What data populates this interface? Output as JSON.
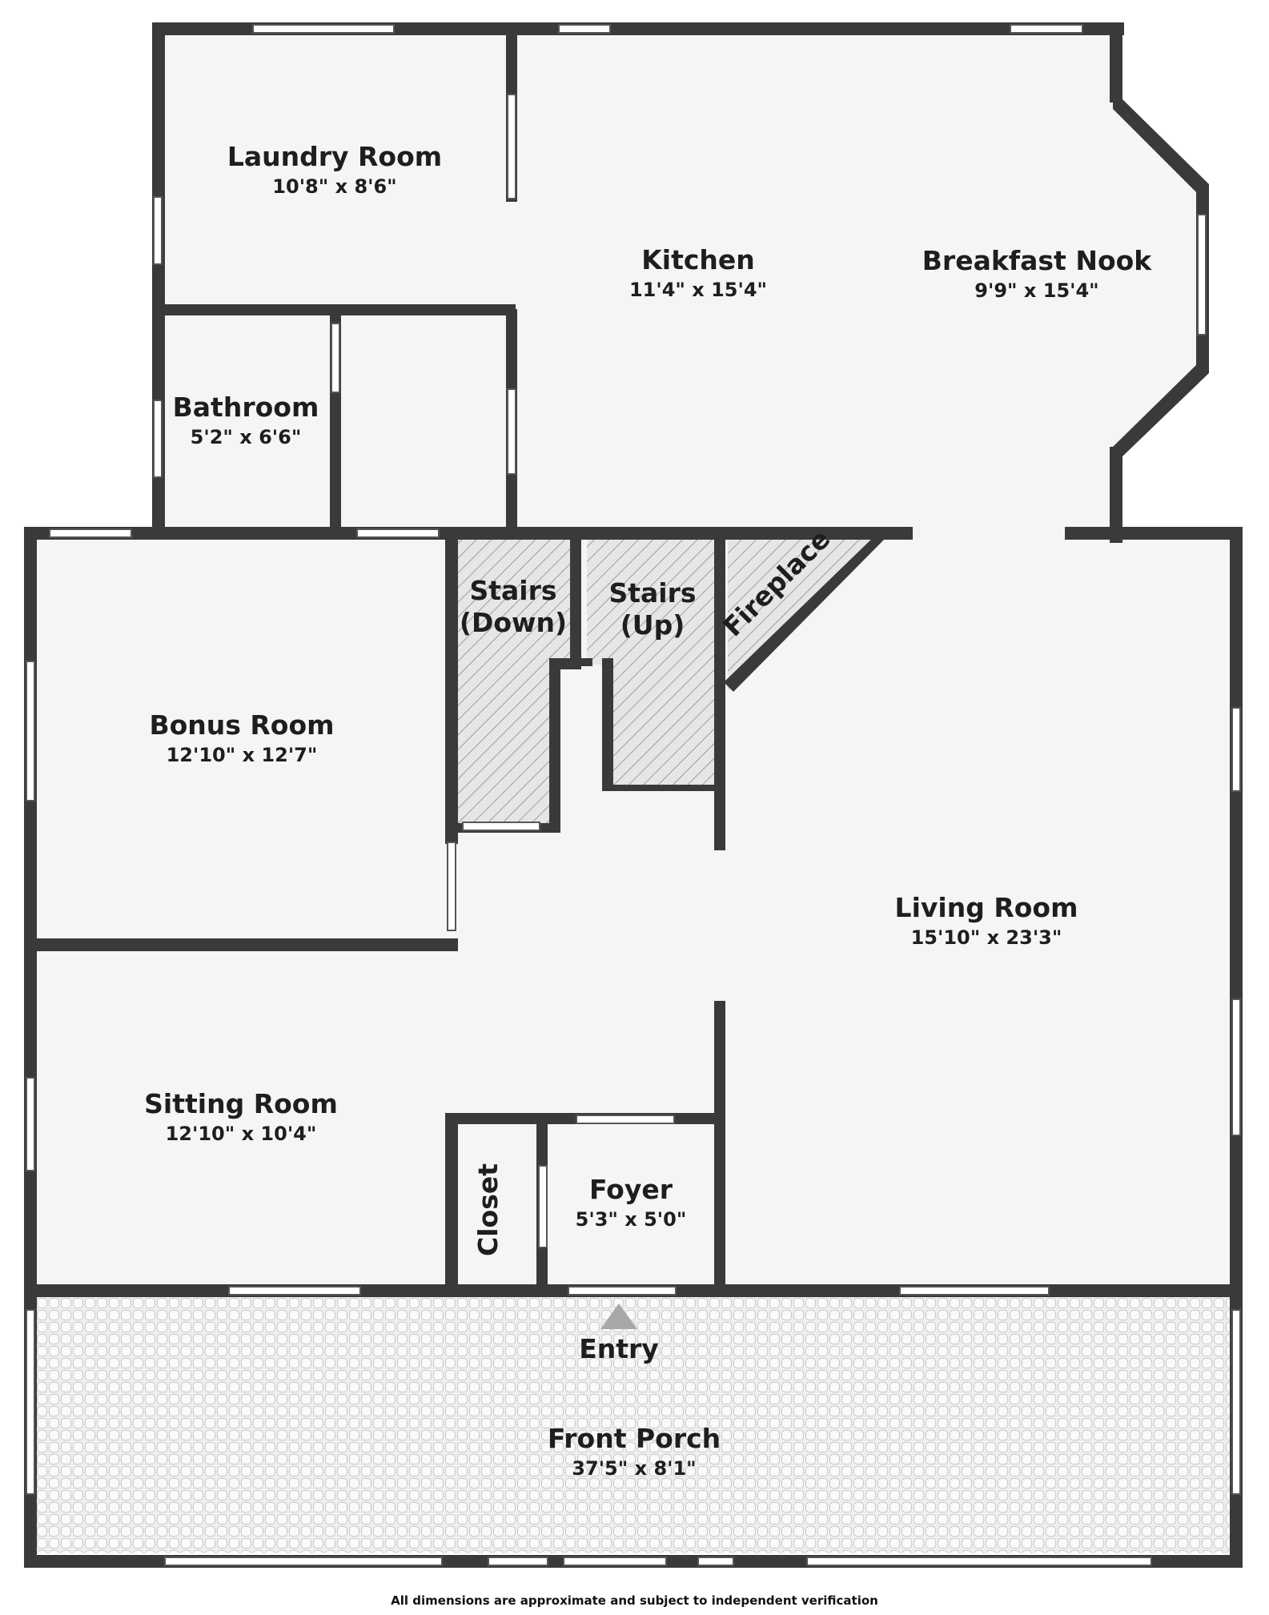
{
  "rooms": {
    "laundry": {
      "name": "Laundry Room",
      "dim": "10'8\" x 8'6\""
    },
    "kitchen": {
      "name": "Kitchen",
      "dim": "11'4\" x 15'4\""
    },
    "nook": {
      "name": "Breakfast Nook",
      "dim": "9'9\" x 15'4\""
    },
    "bathroom": {
      "name": "Bathroom",
      "dim": "5'2\" x 6'6\""
    },
    "bonus": {
      "name": "Bonus Room",
      "dim": "12'10\" x 12'7\""
    },
    "living": {
      "name": "Living Room",
      "dim": "15'10\" x 23'3\""
    },
    "sitting": {
      "name": "Sitting Room",
      "dim": "12'10\" x 10'4\""
    },
    "foyer": {
      "name": "Foyer",
      "dim": "5'3\" x 5'0\""
    },
    "porch": {
      "name": "Front Porch",
      "dim": "37'5\" x 8'1\""
    }
  },
  "labels": {
    "stairs_down_1": "Stairs",
    "stairs_down_2": "(Down)",
    "stairs_up_1": "Stairs",
    "stairs_up_2": "(Up)",
    "fireplace": "Fireplace",
    "closet": "Closet",
    "entry": "Entry"
  },
  "footer": "All dimensions are approximate and subject to independent verification",
  "colors": {
    "wall": "#3a3a3a",
    "floor": "#f5f5f5",
    "hatch": "#e6e6e6"
  }
}
